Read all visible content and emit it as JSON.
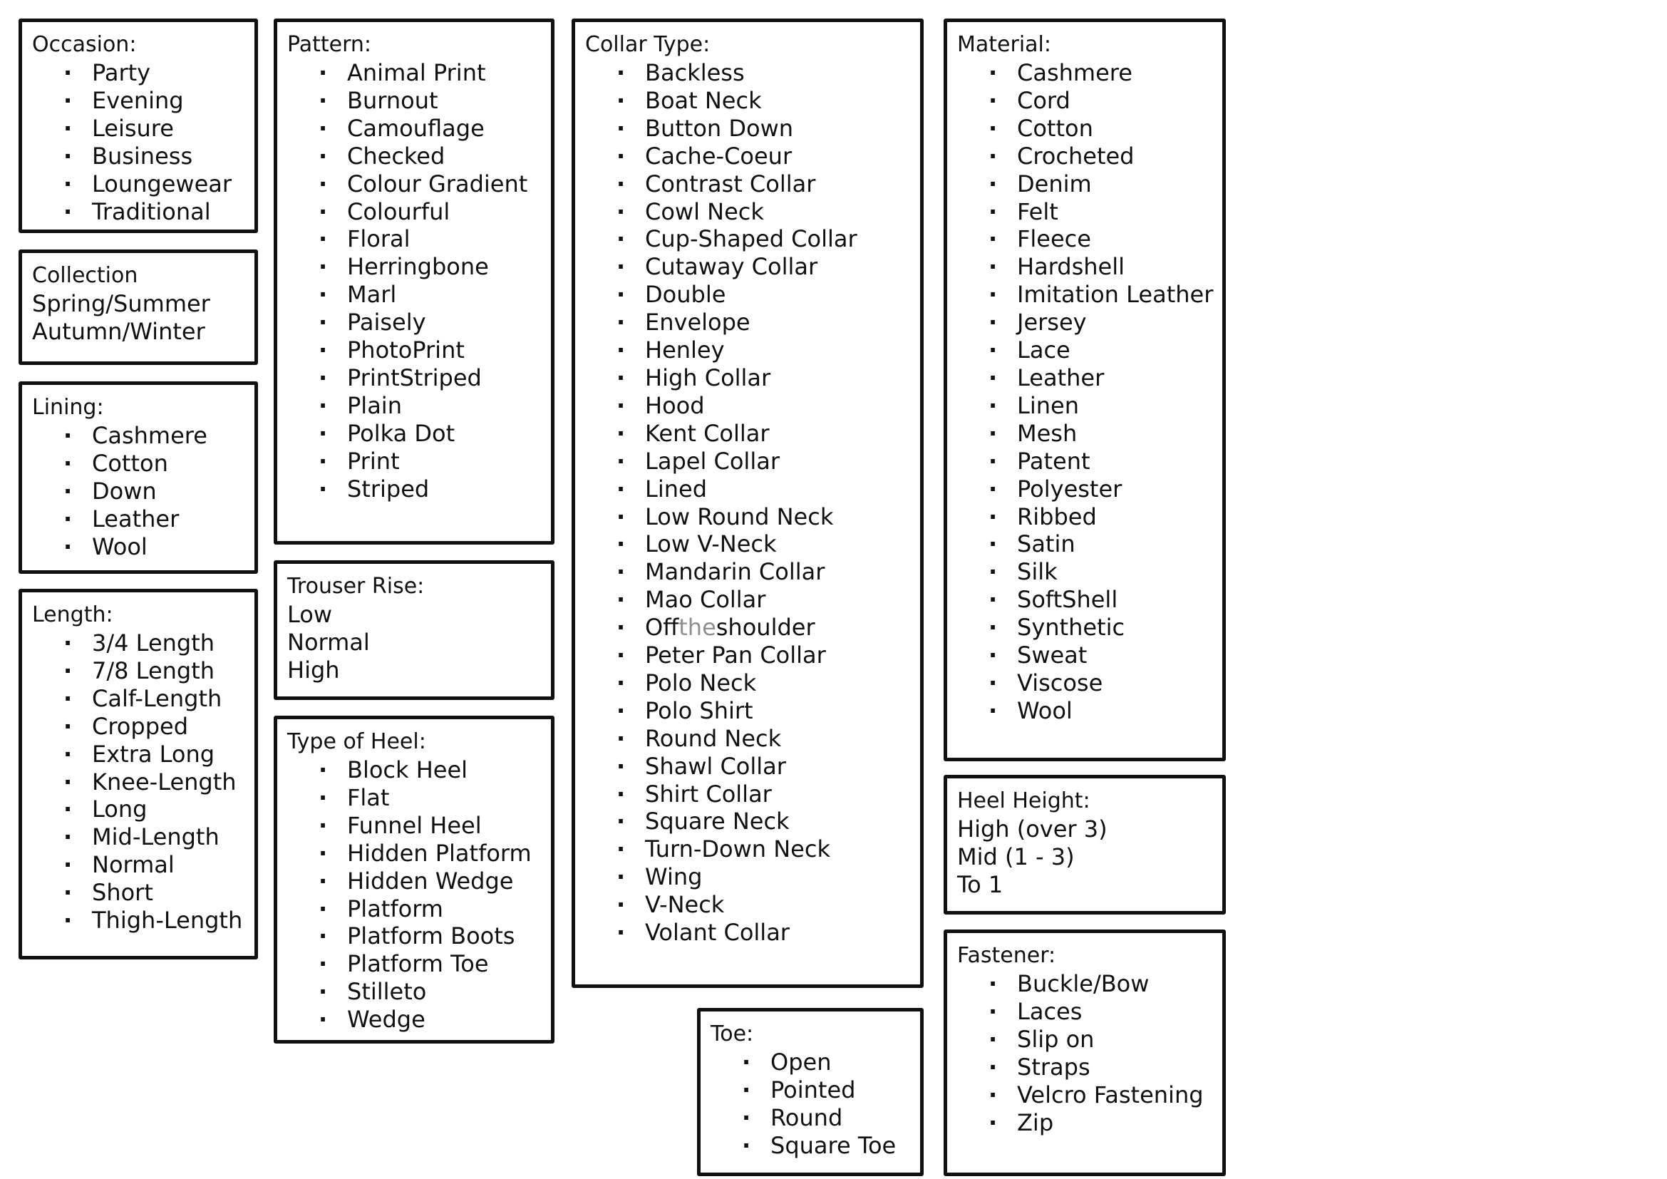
{
  "occasion": {
    "title": "Occasion:",
    "items": [
      "Party",
      "Evening",
      "Leisure",
      "Business",
      "Loungewear",
      "Traditional"
    ]
  },
  "collection": {
    "title": "Collection",
    "lines": [
      "Spring/Summer",
      "Autumn/Winter"
    ]
  },
  "lining": {
    "title": "Lining:",
    "items": [
      "Cashmere",
      "Cotton",
      "Down",
      "Leather",
      "Wool"
    ]
  },
  "length": {
    "title": "Length:",
    "items": [
      "3/4 Length",
      "7/8 Length",
      "Calf-Length",
      "Cropped",
      "Extra Long",
      "Knee-Length",
      "Long",
      "Mid-Length",
      "Normal",
      "Short",
      "Thigh-Length"
    ]
  },
  "pattern": {
    "title": "Pattern:",
    "items": [
      "Animal Print",
      "Burnout",
      "Camouflage",
      "Checked",
      "Colour Gradient",
      "Colourful",
      "Floral",
      "Herringbone",
      "Marl",
      "Paisely",
      "PhotoPrint",
      "PrintStriped",
      "Plain",
      "Polka Dot",
      "Print",
      "Striped"
    ]
  },
  "trouser_rise": {
    "title": "Trouser Rise:",
    "lines": [
      "Low",
      "Normal",
      "High"
    ]
  },
  "heel_type": {
    "title": "Type of Heel:",
    "items": [
      "Block Heel",
      "Flat",
      "Funnel Heel",
      "Hidden Platform",
      "Hidden Wedge",
      "Platform",
      "Platform Boots",
      "Platform Toe",
      "Stilleto",
      "Wedge"
    ]
  },
  "collar_type": {
    "title": "Collar Type:",
    "items_before": [
      "Backless",
      "Boat Neck",
      "Button Down",
      "Cache-Coeur",
      "Contrast Collar",
      "Cowl Neck",
      "Cup-Shaped Collar",
      "Cutaway Collar",
      "Double",
      "Envelope",
      "Henley",
      "High Collar",
      "Hood",
      "Kent Collar",
      "Lapel Collar",
      "Lined",
      "Low Round Neck",
      "Low V-Neck",
      "Mandarin Collar",
      "Mao Collar"
    ],
    "off_shoulder": {
      "part1": "Off",
      "part2": "the",
      "part3": "shoulder"
    },
    "items_after": [
      "Peter Pan Collar",
      "Polo Neck",
      "Polo Shirt",
      "Round Neck",
      "Shawl Collar",
      "Shirt Collar",
      "Square Neck",
      "Turn-Down Neck",
      "Wing",
      "V-Neck",
      "Volant Collar"
    ]
  },
  "toe": {
    "title": "Toe:",
    "items": [
      "Open",
      "Pointed",
      "Round",
      "Square Toe"
    ]
  },
  "material": {
    "title": "Material:",
    "items": [
      "Cashmere",
      "Cord",
      "Cotton",
      "Crocheted",
      "Denim",
      "Felt",
      "Fleece",
      "Hardshell",
      "Imitation Leather",
      "Jersey",
      "Lace",
      "Leather",
      "Linen",
      "Mesh",
      "Patent",
      "Polyester",
      "Ribbed",
      "Satin",
      "Silk",
      "SoftShell",
      "Synthetic",
      "Sweat",
      "Viscose",
      "Wool"
    ]
  },
  "heel_height": {
    "title": "Heel Height:",
    "lines": [
      "High (over 3)",
      "Mid (1 - 3)",
      "To 1"
    ]
  },
  "fastener": {
    "title": "Fastener:",
    "items": [
      "Buckle/Bow",
      "Laces",
      "Slip on",
      "Straps",
      "Velcro Fastening",
      "Zip"
    ]
  }
}
